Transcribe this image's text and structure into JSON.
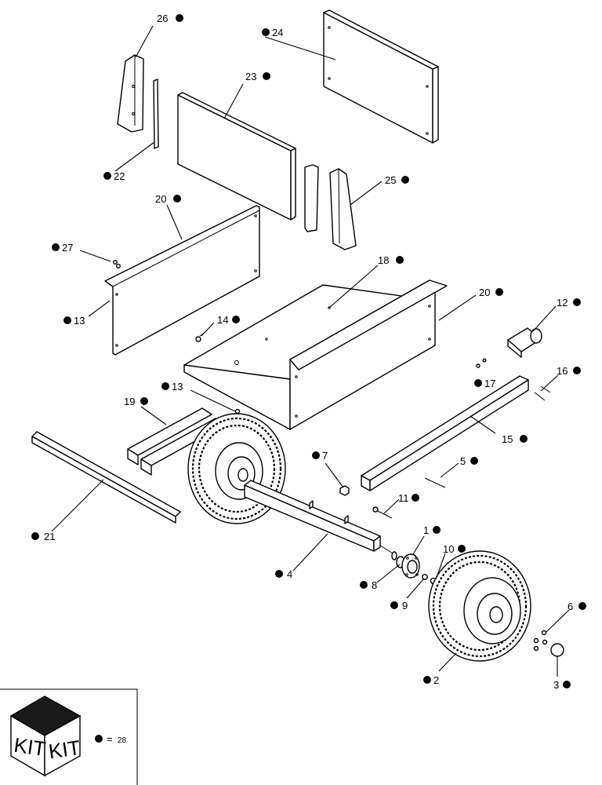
{
  "callouts": [
    {
      "num": "1"
    },
    {
      "num": "2"
    },
    {
      "num": "3"
    },
    {
      "num": "4"
    },
    {
      "num": "5"
    },
    {
      "num": "6"
    },
    {
      "num": "7"
    },
    {
      "num": "8"
    },
    {
      "num": "9"
    },
    {
      "num": "10"
    },
    {
      "num": "11"
    },
    {
      "num": "12"
    },
    {
      "num": "13"
    },
    {
      "num": "13"
    },
    {
      "num": "14"
    },
    {
      "num": "15"
    },
    {
      "num": "16"
    },
    {
      "num": "17"
    },
    {
      "num": "18"
    },
    {
      "num": "19"
    },
    {
      "num": "20"
    },
    {
      "num": "20"
    },
    {
      "num": "21"
    },
    {
      "num": "22"
    },
    {
      "num": "23"
    },
    {
      "num": "24"
    },
    {
      "num": "25"
    },
    {
      "num": "26"
    },
    {
      "num": "27"
    }
  ],
  "legend": {
    "kit_left": "KIT",
    "kit_right": "KIT",
    "equals": "=",
    "kit_number": "28"
  }
}
